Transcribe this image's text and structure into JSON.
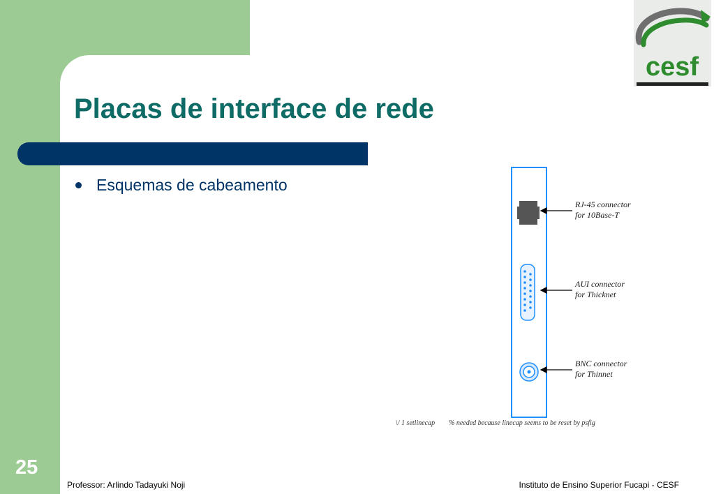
{
  "slide": {
    "title": "Placas de interface de rede",
    "bullets": [
      "Esquemas de cabeamento"
    ],
    "number": "25"
  },
  "logo": {
    "text": "cesf"
  },
  "figure": {
    "connectors": [
      {
        "line1": "RJ-45 connector",
        "line2": "for 10Base-T"
      },
      {
        "line1": "AUI connector",
        "line2": "for Thicknet"
      },
      {
        "line1": "BNC connector",
        "line2": "for Thinnet"
      }
    ],
    "caption_left": "\\/ 1 setlinecap",
    "caption_right": "% needed because linecap seems to be reset by psfig"
  },
  "footer": {
    "left": "Professor: Arlindo Tadayuki Noji",
    "right": "Instituto de Ensino Superior Fucapi - CESF"
  },
  "colors": {
    "green": "#9ccc94",
    "title_teal": "#0f6b66",
    "navy": "#003366",
    "bracket_blue": "#1e90ff"
  }
}
